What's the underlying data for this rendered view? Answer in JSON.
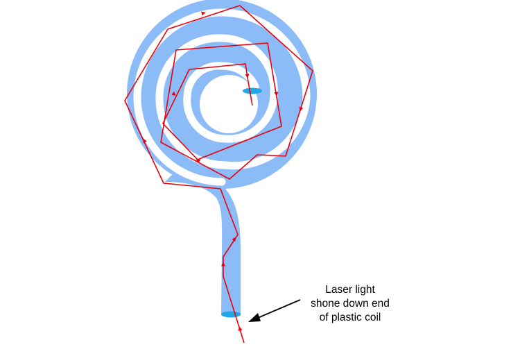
{
  "caption": {
    "lines": [
      "Laser light",
      "shone down end",
      "of plastic coil"
    ]
  },
  "colors": {
    "fibre": "#8cbcf7",
    "fibre_end": "#1ea8e8",
    "laser": "#e8000b",
    "arrow": "#000000",
    "background": "#ffffff"
  }
}
